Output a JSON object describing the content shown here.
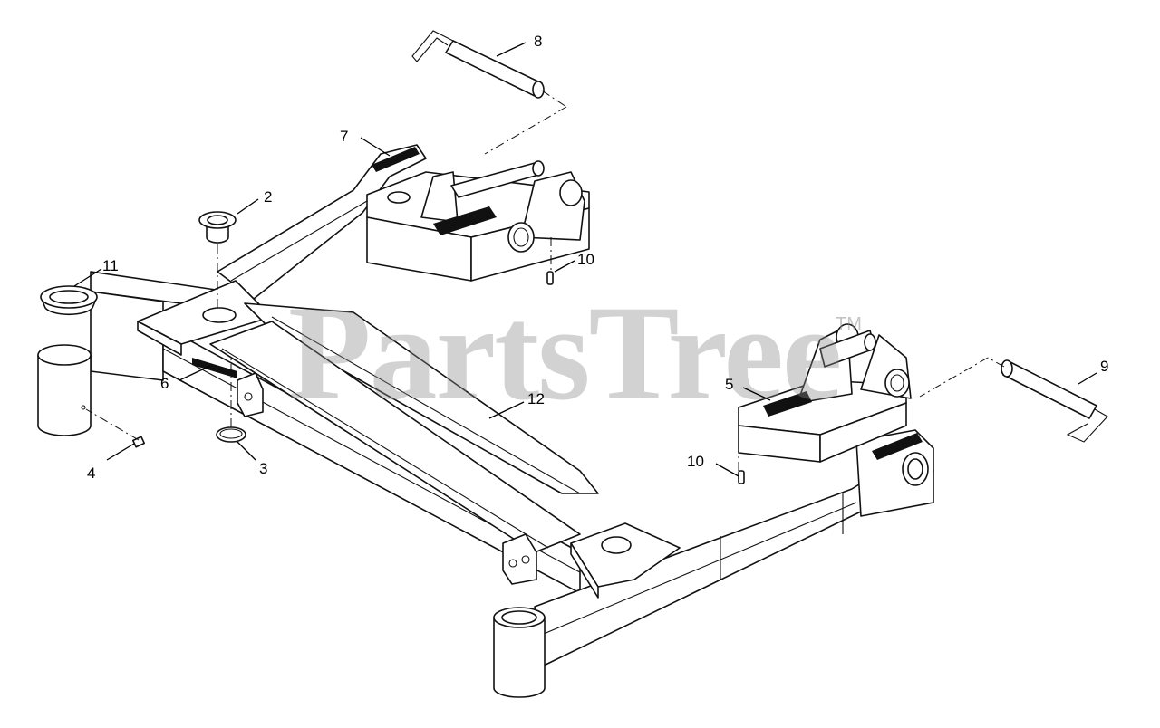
{
  "watermark": {
    "text": "PartsTree",
    "trademark": "TM"
  },
  "callouts": [
    {
      "id": "c8",
      "label": "8"
    },
    {
      "id": "c7",
      "label": "7"
    },
    {
      "id": "c2",
      "label": "2"
    },
    {
      "id": "c11",
      "label": "11"
    },
    {
      "id": "c10a",
      "label": "10"
    },
    {
      "id": "c9",
      "label": "9"
    },
    {
      "id": "c5",
      "label": "5"
    },
    {
      "id": "c12",
      "label": "12"
    },
    {
      "id": "c6",
      "label": "6"
    },
    {
      "id": "c4",
      "label": "4"
    },
    {
      "id": "c3",
      "label": "3"
    },
    {
      "id": "c10b",
      "label": "10"
    }
  ]
}
